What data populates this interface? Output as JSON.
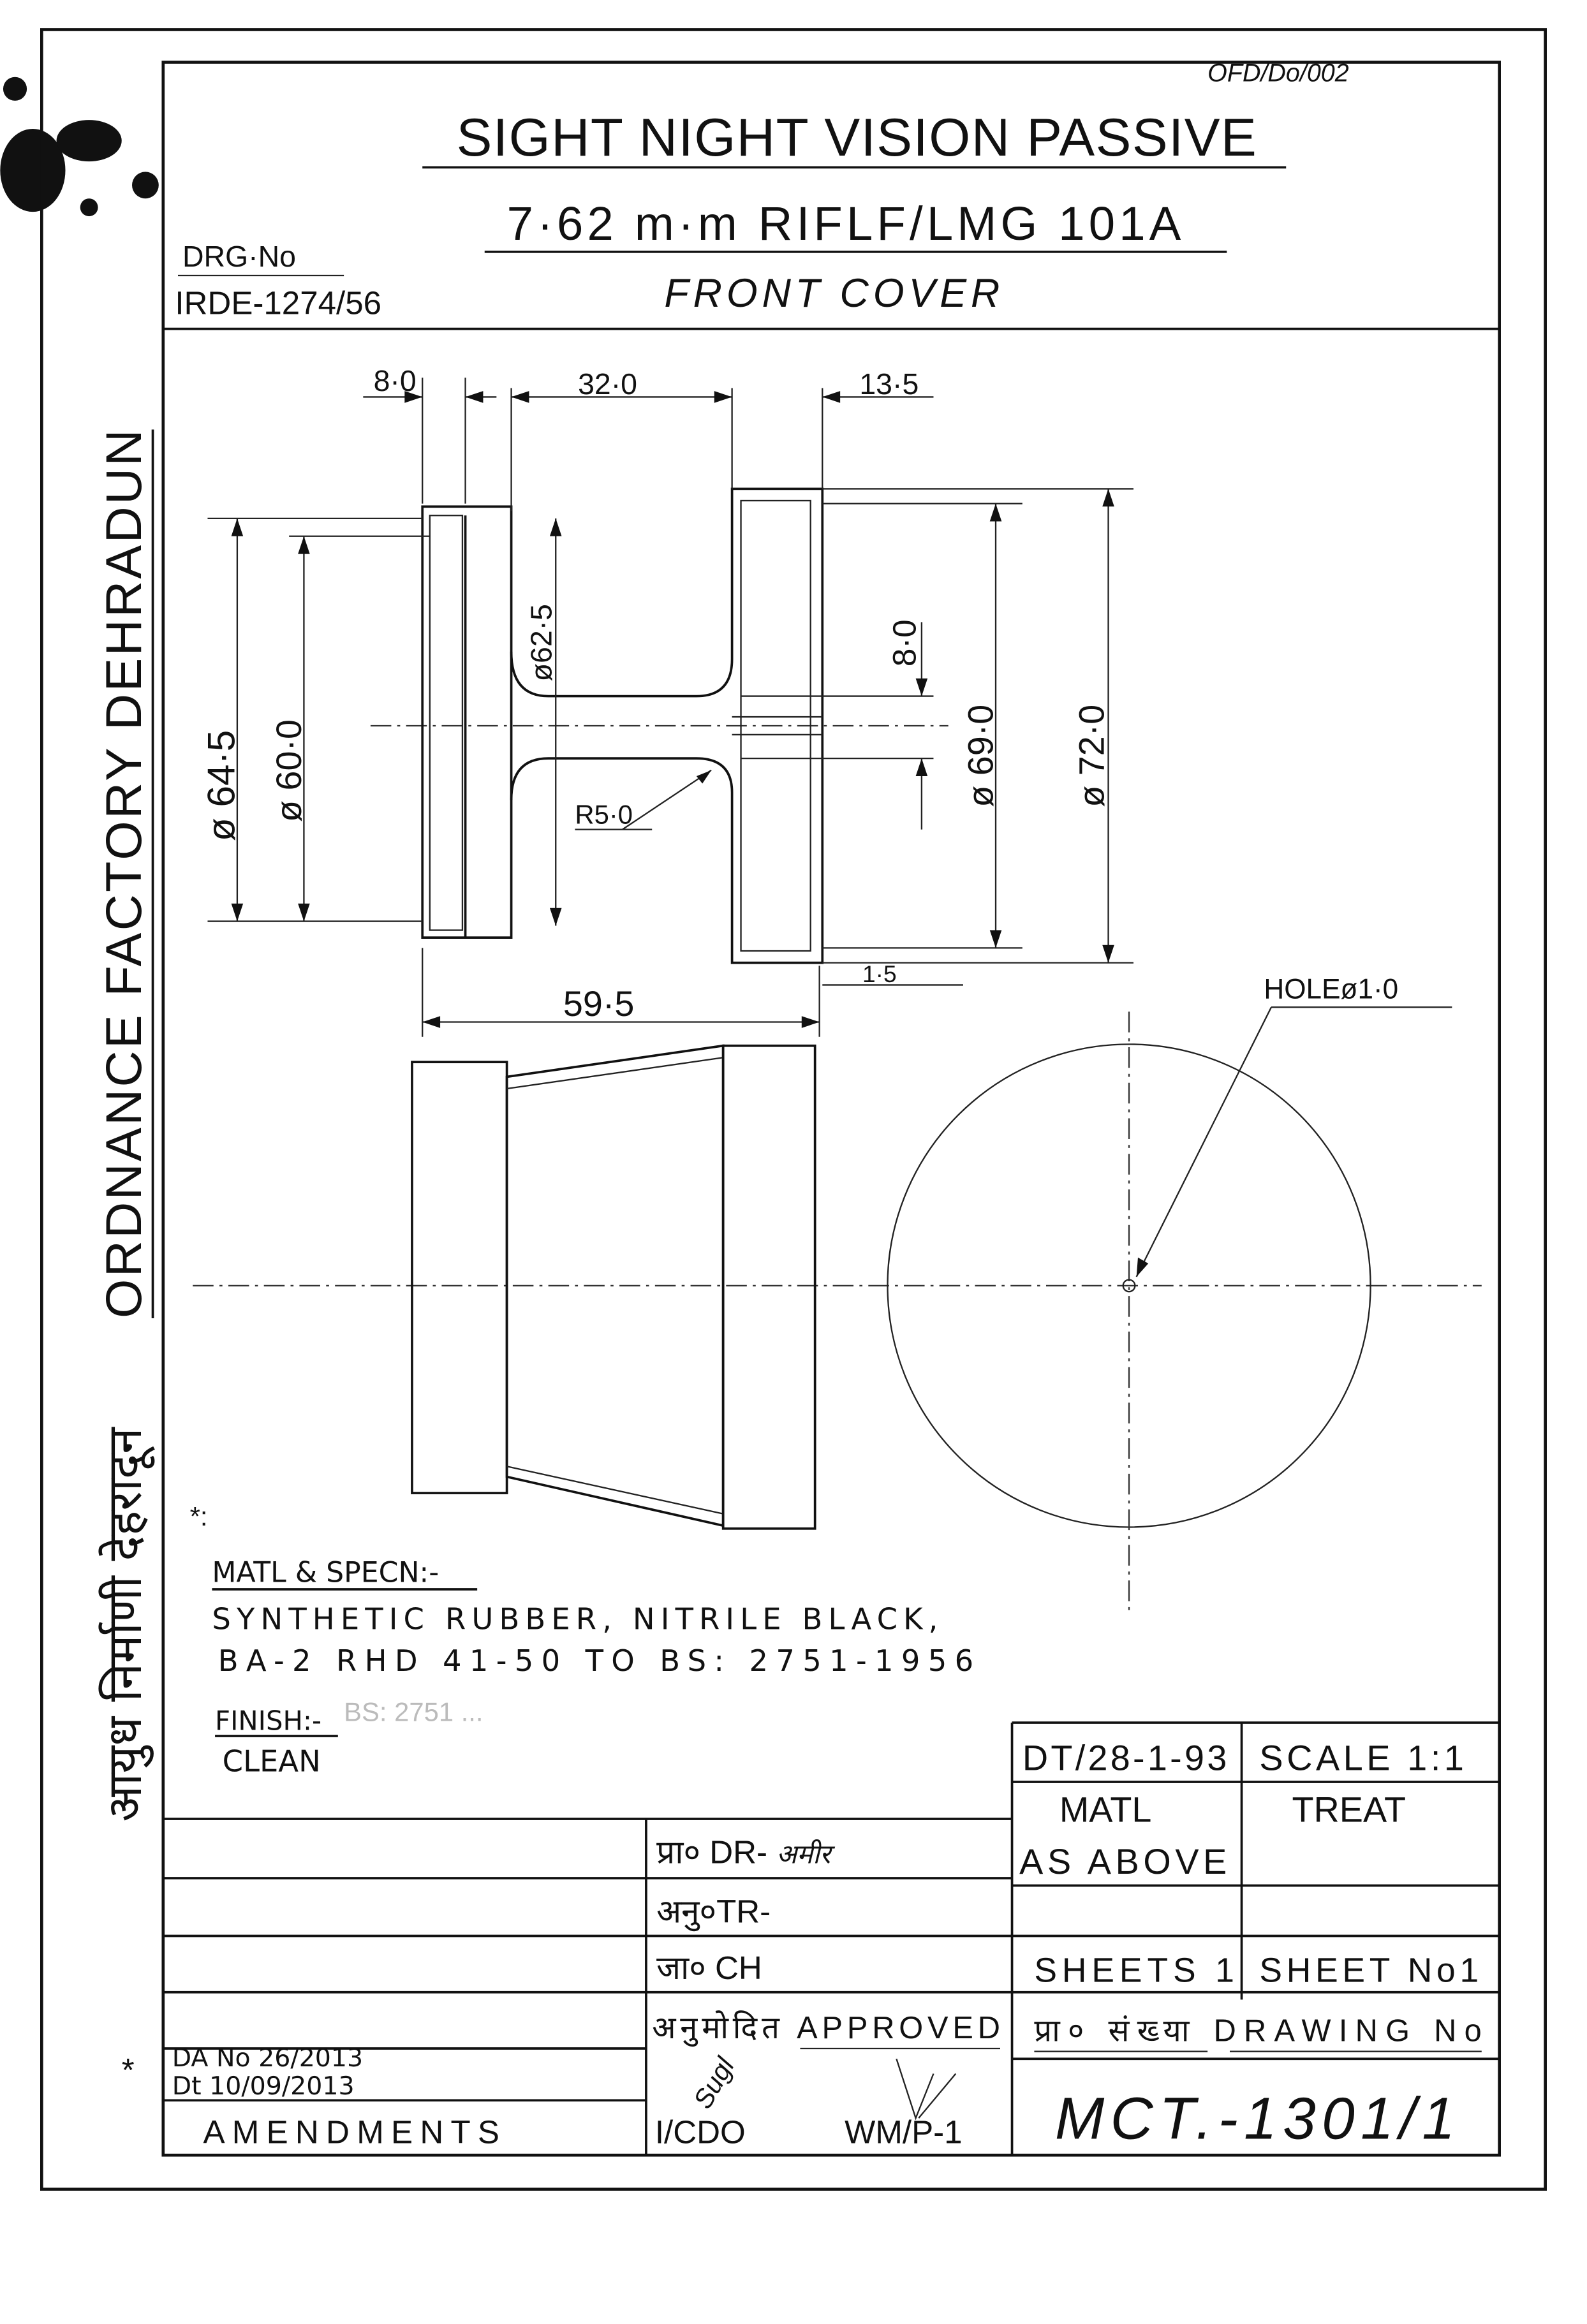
{
  "header": {
    "ref_number": "OFD/Do/002",
    "title": "SIGHT NIGHT VISION PASSIVE",
    "subtitle": "7·62 m·m RIFLF/LMG 101A",
    "part_name": "FRONT COVER",
    "drg_no_label": "DRG·No",
    "drg_no_value": "IRDE-1274/56"
  },
  "side_label": {
    "hindi": "आयुध निर्माणी देहरादून",
    "english": "ORDNANCE FACTORY DEHRADUN"
  },
  "dimensions": {
    "flange_width": "8·0",
    "hub_length": "32·0",
    "rear_flange": "13·5",
    "dia_64_5": "ø 64·5",
    "dia_60_0": "ø 60·0",
    "dia_62_5": "ø62·5",
    "step_8_0": "8·0",
    "dia_69_0": "ø 69·0",
    "dia_72_0": "ø 72·0",
    "radius": "R5·0",
    "overall_length": "59·5",
    "wall": "1·5",
    "hole": "HOLEø1·0"
  },
  "notes": {
    "asterisk": "*:",
    "matl_heading": "MATL & SPECN:-",
    "matl_line1": "SYNTHETIC RUBBER, NITRILE BLACK,",
    "matl_line2": "BA-2 RHD 41-50 TO BS: 2751-1956",
    "finish_heading": "FINISH:-",
    "finish_faded": "BS: 2751 ...",
    "finish_value": "CLEAN"
  },
  "title_block": {
    "date": "DT/28-1-93",
    "scale": "SCALE 1:1",
    "matl_label": "MATL",
    "matl_value": "AS ABOVE",
    "treat_label": "TREAT",
    "drawn": "प्रा० DR- ",
    "drawn_sign": "अमीर",
    "traced": "अनु०TR-",
    "checked": "जा० CH",
    "sheets": "SHEETS 1",
    "sheet_no": "SHEET No1",
    "approved": "अनुमोदित APPROVED",
    "drawing_no_label": "प्रा० संख्या DRAWING No",
    "drawing_no": "MCT.-1301/1",
    "approver1": "I/CDO",
    "approver2": "WM/P-1",
    "signature": "Sugl",
    "amend_star": "*",
    "amend_da": "DA No 26/2013",
    "amend_dt": "Dt 10/09/2013",
    "amendments_label": "AMENDMENTS"
  }
}
